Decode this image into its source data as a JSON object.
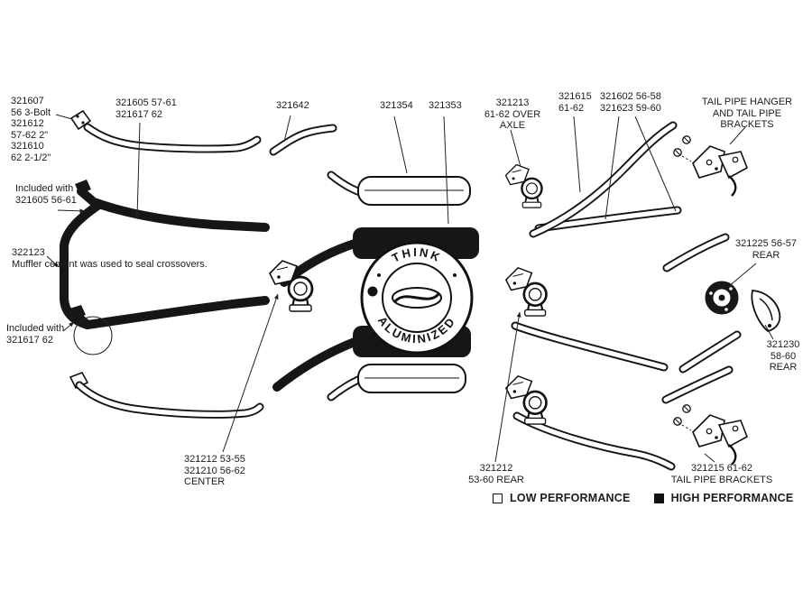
{
  "page": {
    "background": "#ffffff",
    "ink": "#161616"
  },
  "logo": {
    "top_text": "THINK",
    "bottom_text": "ALUMINIZED"
  },
  "legend": {
    "low_label": "LOW PERFORMANCE",
    "high_label": "HIGH PERFORMANCE"
  },
  "labels": {
    "head_pipes_front": [
      "321607",
      "56 3-Bolt",
      "321612",
      "57-62  2\"",
      "321610",
      "62  2-1/2\""
    ],
    "intermediate_front": [
      "321605  57-61",
      "321617  62"
    ],
    "included_upper": [
      "Included with",
      "321605  56-61"
    ],
    "muffler_cement": [
      "322123",
      "Muffler cement was used to seal crossovers."
    ],
    "included_lower": [
      "Included with",
      "321617  62"
    ],
    "pipe_321642": [
      "321642"
    ],
    "muffler_low": [
      "321354"
    ],
    "muffler_high": [
      "321353"
    ],
    "over_axle": [
      "321213",
      "61-62 OVER",
      "AXLE"
    ],
    "tail_321615": [
      "321615",
      "61-62"
    ],
    "tail_pair": [
      "321602  56-58",
      "321623  59-60"
    ],
    "hanger_note": [
      "TAIL PIPE HANGER",
      "AND TAIL PIPE",
      "BRACKETS"
    ],
    "rear_321225": [
      "321225  56-57",
      "REAR"
    ],
    "rear_321230": [
      "321230",
      "58-60",
      "REAR"
    ],
    "center_clamps": [
      "321212  53-55",
      "321210  56-62",
      "CENTER"
    ],
    "rear_clamp": [
      "321212",
      "53-60 REAR"
    ],
    "brackets_321215": [
      "321215  61-62",
      "TAIL PIPE BRACKETS"
    ]
  }
}
